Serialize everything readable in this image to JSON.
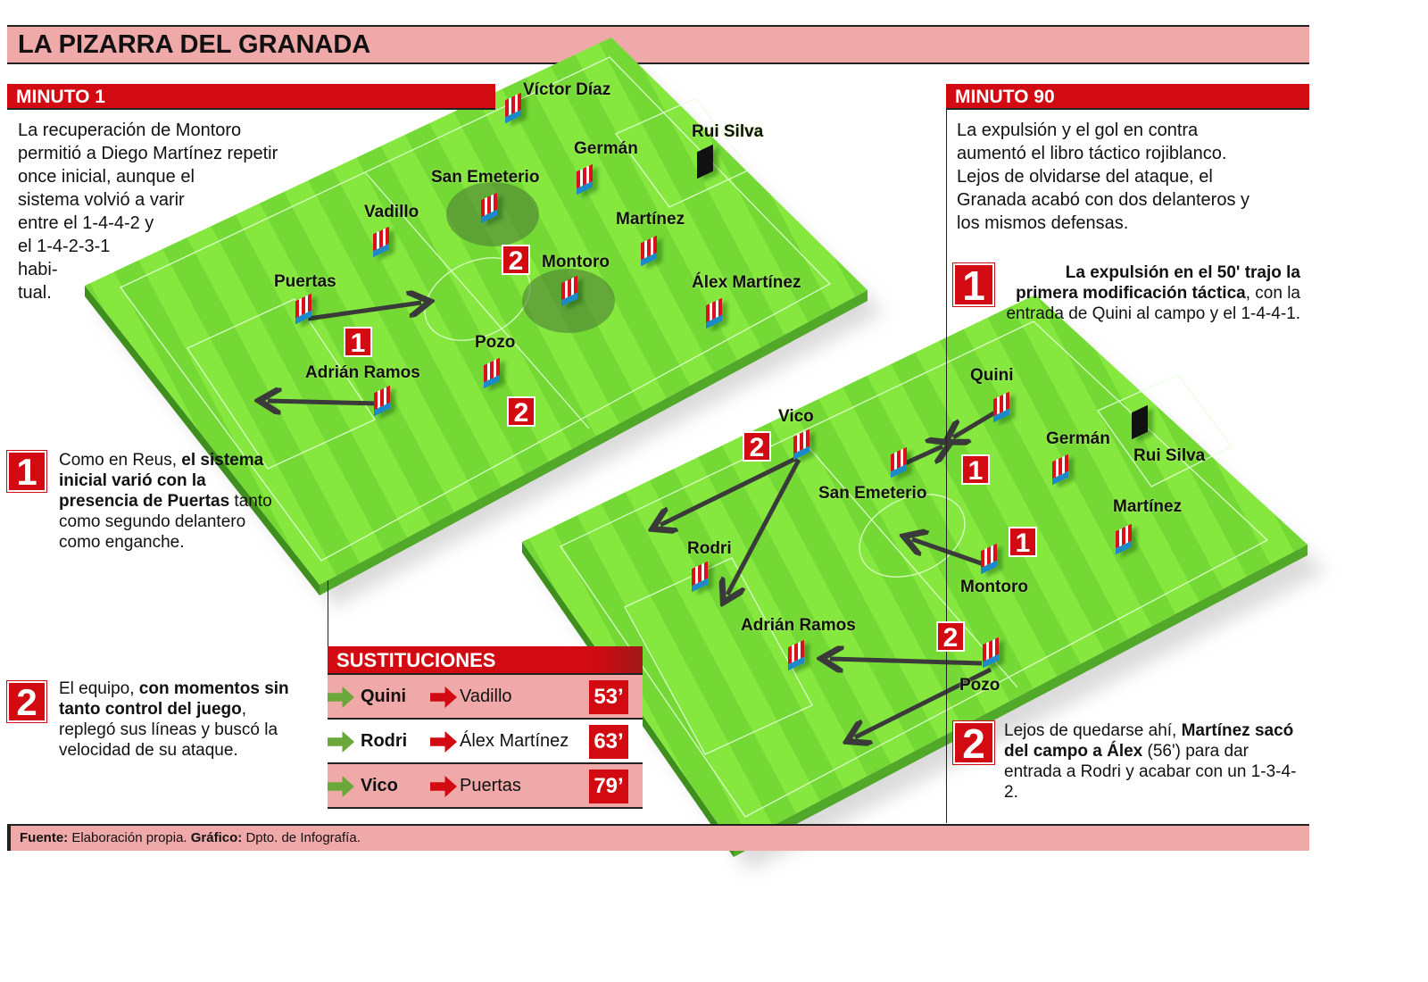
{
  "title": "LA PIZARRA DEL GRANADA",
  "colors": {
    "accent_red": "#d20a11",
    "pink_band": "#f0a9a9",
    "pitch_green": "#7ee23a",
    "arrow_in": "#6aa83a",
    "arrow_dark": "#3a3a3a"
  },
  "minuto1": {
    "heading": "MINUTO 1",
    "intro": "La recuperación de Montoro\npermitió a Diego Martínez repetir\nonce inicial, aunque el\nsistema volvió a varir\nentre el 1-4-4-2 y\nel 1-4-2-3-1\nhabi-\ntual.",
    "notes": [
      {
        "number": "1",
        "parts": [
          "Como en Reus, ",
          "el sistema inicial varió con la presencia de Puertas",
          " tanto como segundo delantero como enganche."
        ]
      },
      {
        "number": "2",
        "parts": [
          "El equipo, ",
          "con momentos sin tanto control del juego",
          ", replegó sus líneas y buscó la velocidad de su ataque."
        ]
      }
    ],
    "players": [
      "Víctor Díaz",
      "Rui Silva",
      "Germán",
      "San Emeterio",
      "Vadillo",
      "Martínez",
      "Montoro",
      "Puertas",
      "Álex Martínez",
      "Pozo",
      "Adrián Ramos"
    ],
    "badges": [
      "2",
      "1",
      "2"
    ]
  },
  "minuto90": {
    "heading": "MINUTO 90",
    "intro": "La expulsión y el gol en contra\naumentó el libro táctico rojiblanco.\nLejos de olvidarse del ataque, el\nGranada acabó con dos delanteros y\nlos mismos defensas.",
    "notes": [
      {
        "number": "1",
        "parts": [
          "",
          "La expulsión en el 50' trajo la primera modificación táctica",
          ", con la entrada de Quini al campo y el 1-4-4-1."
        ]
      },
      {
        "number": "2",
        "parts": [
          "Lejos de quedarse ahí, ",
          "Martínez sacó del campo a Álex",
          " (56') para dar entrada a Rodri y acabar con un 1-3-4-2."
        ]
      }
    ],
    "players": [
      "Quini",
      "Rui Silva",
      "Vico",
      "Germán",
      "San Emeterio",
      "Martínez",
      "Rodri",
      "Montoro",
      "Adrián Ramos",
      "Pozo"
    ],
    "badges": [
      "2",
      "1",
      "1",
      "2"
    ]
  },
  "substitutions": {
    "heading": "SUSTITUCIONES",
    "rows": [
      {
        "in": "Quini",
        "out": "Vadillo",
        "minute": "53’"
      },
      {
        "in": "Rodri",
        "out": "Álex Martínez",
        "minute": "63’"
      },
      {
        "in": "Vico",
        "out": "Puertas",
        "minute": "79’"
      }
    ]
  },
  "footer": {
    "source_label": "Fuente:",
    "source": " Elaboración propia. ",
    "graphic_label": "Gráfico:",
    "graphic": " Dpto. de Infografía."
  }
}
